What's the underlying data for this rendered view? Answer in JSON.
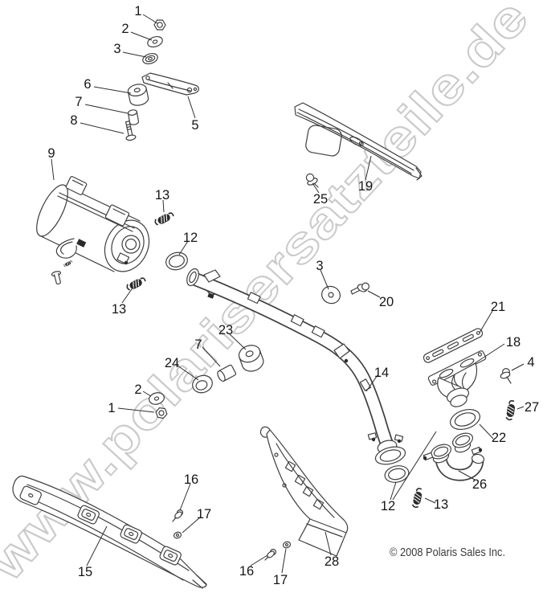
{
  "page": {
    "background_color": "#ffffff",
    "watermark": {
      "text": "www.polarisersatzteile.de",
      "color": "#cacaca"
    },
    "copyright": "© 2008 Polaris Sales Inc.",
    "line_color": "#3f3f3f",
    "label_color": "#161616"
  },
  "diagram": {
    "type": "exploded-parts-diagram",
    "subject": "exhaust system parts with numbered callouts",
    "callouts": [
      {
        "label": "1"
      },
      {
        "label": "2"
      },
      {
        "label": "3"
      },
      {
        "label": "6"
      },
      {
        "label": "7"
      },
      {
        "label": "8"
      },
      {
        "label": "5"
      },
      {
        "label": "9"
      },
      {
        "label": "19"
      },
      {
        "label": "25"
      },
      {
        "label": "13"
      },
      {
        "label": "12"
      },
      {
        "label": "3"
      },
      {
        "label": "20"
      },
      {
        "label": "13"
      },
      {
        "label": "21"
      },
      {
        "label": "18"
      },
      {
        "label": "23"
      },
      {
        "label": "4"
      },
      {
        "label": "7"
      },
      {
        "label": "24"
      },
      {
        "label": "2"
      },
      {
        "label": "1"
      },
      {
        "label": "14"
      },
      {
        "label": "27"
      },
      {
        "label": "22"
      },
      {
        "label": "26"
      },
      {
        "label": "16"
      },
      {
        "label": "17"
      },
      {
        "label": "12"
      },
      {
        "label": "13"
      },
      {
        "label": "15"
      },
      {
        "label": "28"
      },
      {
        "label": "16"
      },
      {
        "label": "17"
      }
    ]
  }
}
